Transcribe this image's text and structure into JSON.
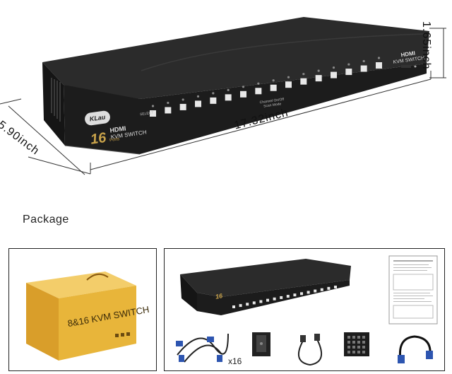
{
  "dimensions": {
    "length": "17.32inch",
    "depth": "5.90inch",
    "height": "1.65inch"
  },
  "device": {
    "brand": "KLau",
    "model_number": "16",
    "model_suffix": "Ports",
    "product_line1": "HDMI",
    "product_line2": "KVM SWITCH",
    "select_label": "SELECT",
    "center_label_line1": "Channel On/Off",
    "center_label_line2": "Scan Mode",
    "right_line1": "HDMI",
    "right_line2": "KVM SWITCH",
    "port_count": 16
  },
  "package": {
    "title": "Package",
    "box_text": "8&16 KVM SWITCH",
    "cable_count": "x16"
  },
  "colors": {
    "device_body": "#1c1c1c",
    "gold": "#c8a24a",
    "box": "#e8b53a"
  }
}
